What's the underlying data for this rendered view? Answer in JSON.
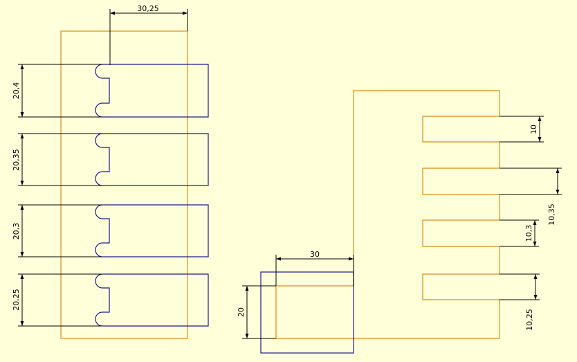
{
  "colors": {
    "background": "#ffffd9",
    "outline_orange": "#d98a1a",
    "outline_blue": "#1c1c8a",
    "dimension": "#000000"
  },
  "left_view": {
    "width_dimension": "30,25",
    "strip_dimensions": [
      "20,4",
      "20,35",
      "20,3",
      "20,25"
    ]
  },
  "right_view": {
    "width_dimension": "30",
    "height_dimension": "20",
    "slot_dimensions": [
      "10",
      "10,35",
      "10,3",
      "10,25"
    ]
  }
}
